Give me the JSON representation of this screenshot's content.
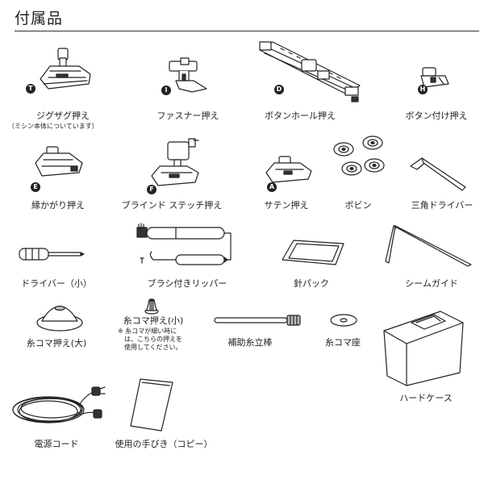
{
  "page": {
    "title": "付属品"
  },
  "items": [
    {
      "label": "ジグザグ押え",
      "note": "（ミシン本体についています）",
      "badge": "T",
      "icon": "zigzag-foot-icon"
    },
    {
      "label": "ファスナー押え",
      "badge": "I",
      "icon": "zipper-foot-icon"
    },
    {
      "label": "ボタンホール押え",
      "badge": "D",
      "icon": "buttonhole-foot-icon"
    },
    {
      "label": "ボタン付け押え",
      "badge": "H",
      "icon": "button-sewing-foot-icon"
    },
    {
      "label": "縁かがり押え",
      "badge": "E",
      "icon": "overcast-foot-icon"
    },
    {
      "label": "ブラインド ステッチ押え",
      "badge": "F",
      "icon": "blind-stitch-foot-icon"
    },
    {
      "label": "サテン押え",
      "badge": "A",
      "icon": "satin-foot-icon"
    },
    {
      "label": "ボビン",
      "icon": "bobbin-icon"
    },
    {
      "label": "三角ドライバー",
      "icon": "triangle-driver-icon"
    },
    {
      "label": "ドライバー（小）",
      "icon": "screwdriver-icon"
    },
    {
      "label": "ブラシ付きリッパー",
      "icon": "seam-ripper-brush-icon"
    },
    {
      "label": "針パック",
      "icon": "needle-pack-icon"
    },
    {
      "label": "シームガイド",
      "icon": "seam-guide-icon"
    },
    {
      "label": "糸コマ押え(大)",
      "icon": "spool-cap-large-icon"
    },
    {
      "label": "糸コマ押え(小)",
      "note_lines": [
        "※ 糸コマが細い時に",
        "は、こちらの押えを",
        "使用してください。"
      ],
      "icon": "spool-cap-small-icon"
    },
    {
      "label": "補助糸立棒",
      "icon": "spool-pin-icon"
    },
    {
      "label": "糸コマ座",
      "icon": "spool-felt-icon"
    },
    {
      "label": "ハードケース",
      "icon": "hard-case-icon"
    },
    {
      "label": "電源コード",
      "icon": "power-cord-icon"
    },
    {
      "label": "使用の手びき（コピー）",
      "icon": "manual-icon"
    }
  ]
}
